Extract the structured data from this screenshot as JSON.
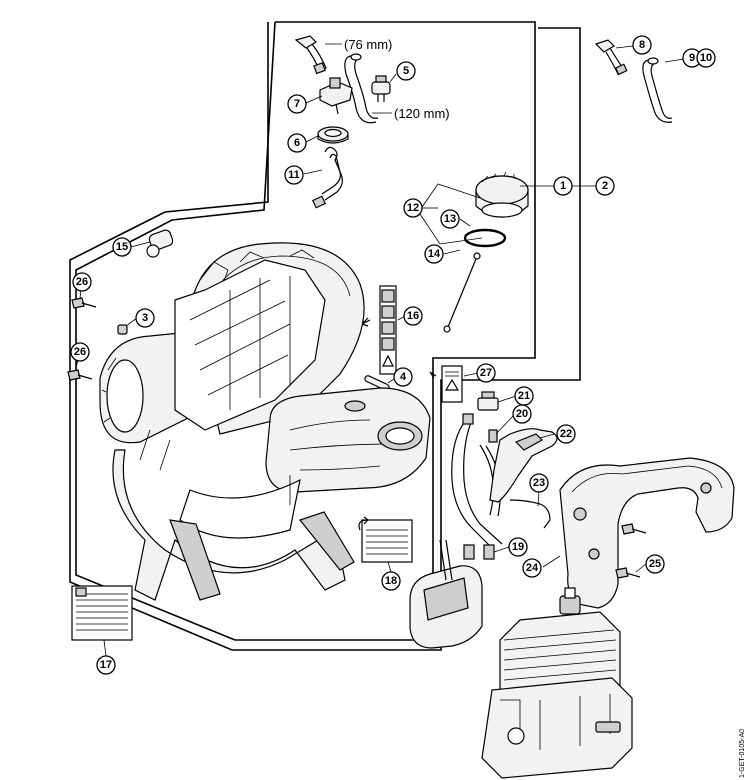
{
  "callouts": [
    "1",
    "2",
    "3",
    "4",
    "5",
    "6",
    "7",
    "8",
    "9",
    "10",
    "11",
    "12",
    "13",
    "14",
    "15",
    "16",
    "17",
    "18",
    "19",
    "20",
    "21",
    "22",
    "23",
    "24",
    "25",
    "26",
    "26",
    "27"
  ],
  "dimensions": {
    "hose_short": "(76 mm)",
    "hose_long": "(120 mm)"
  },
  "doc_number": "1-GET-0105-A0"
}
